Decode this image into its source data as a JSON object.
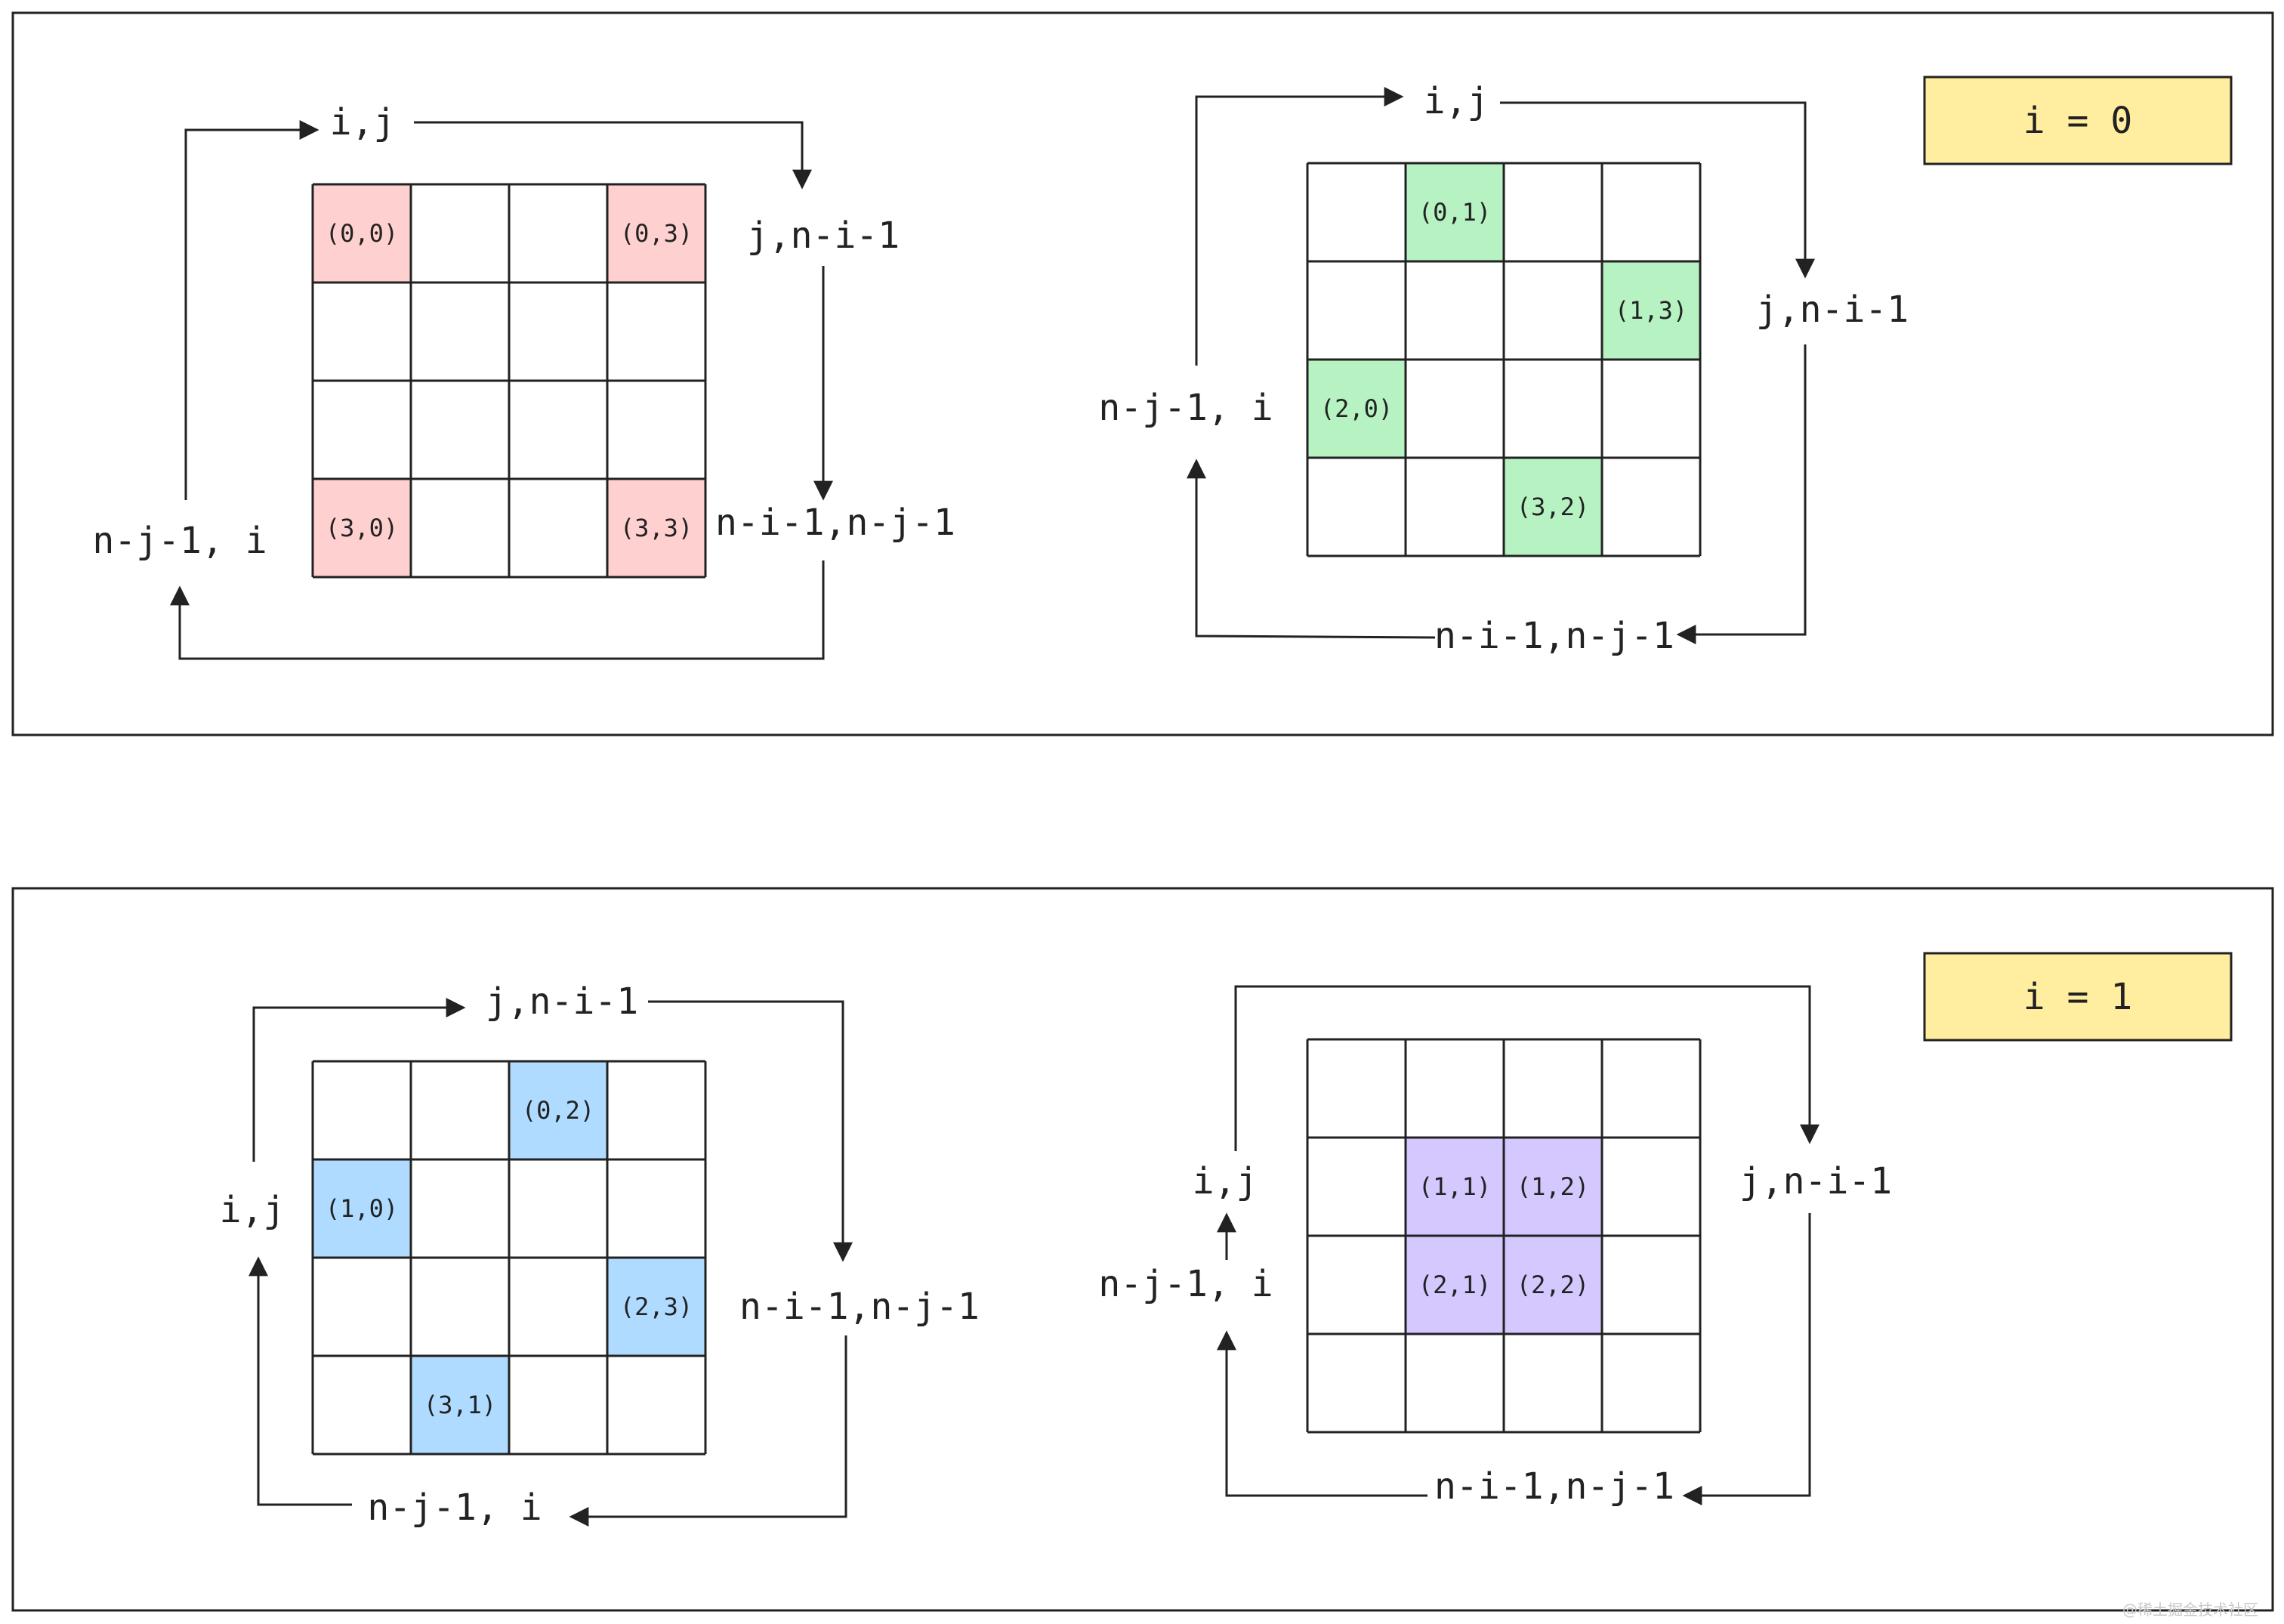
{
  "colors": {
    "red": "#ffd0d0",
    "green": "#b6f2c2",
    "blue": "#aedbff",
    "purple": "#d4c8ff",
    "tag": "#ffeda0",
    "line": "#222222"
  },
  "panels": [
    {
      "tag": "i = 0",
      "grids": [
        {
          "color": "red",
          "cells": [
            {
              "row": 0,
              "col": 0,
              "label": "(0,0)"
            },
            {
              "row": 0,
              "col": 3,
              "label": "(0,3)"
            },
            {
              "row": 3,
              "col": 0,
              "label": "(3,0)"
            },
            {
              "row": 3,
              "col": 3,
              "label": "(3,3)"
            }
          ],
          "labels": {
            "top": "i,j",
            "right": "j,n-i-1",
            "bottom": "n-i-1,n-j-1",
            "left": "n-j-1, i"
          }
        },
        {
          "color": "green",
          "cells": [
            {
              "row": 0,
              "col": 1,
              "label": "(0,1)"
            },
            {
              "row": 1,
              "col": 3,
              "label": "(1,3)"
            },
            {
              "row": 2,
              "col": 0,
              "label": "(2,0)"
            },
            {
              "row": 3,
              "col": 2,
              "label": "(3,2)"
            }
          ],
          "labels": {
            "top": "i,j",
            "right": "j,n-i-1",
            "bottom": "n-i-1,n-j-1",
            "left": "n-j-1, i"
          }
        }
      ]
    },
    {
      "tag": "i = 1",
      "grids": [
        {
          "color": "blue",
          "cells": [
            {
              "row": 0,
              "col": 2,
              "label": "(0,2)"
            },
            {
              "row": 1,
              "col": 0,
              "label": "(1,0)"
            },
            {
              "row": 2,
              "col": 3,
              "label": "(2,3)"
            },
            {
              "row": 3,
              "col": 1,
              "label": "(3,1)"
            }
          ],
          "labels": {
            "top": "j,n-i-1",
            "right": "n-i-1,n-j-1",
            "bottom": "n-j-1, i",
            "left": "i,j"
          }
        },
        {
          "color": "purple",
          "cells": [
            {
              "row": 1,
              "col": 1,
              "label": "(1,1)"
            },
            {
              "row": 1,
              "col": 2,
              "label": "(1,2)"
            },
            {
              "row": 2,
              "col": 1,
              "label": "(2,1)"
            },
            {
              "row": 2,
              "col": 2,
              "label": "(2,2)"
            }
          ],
          "labels": {
            "top_left": "i,j",
            "right": "j,n-i-1",
            "bottom": "n-i-1,n-j-1",
            "left": "n-j-1, i"
          }
        }
      ]
    }
  ],
  "watermark": "@稀土掘金技术社区"
}
